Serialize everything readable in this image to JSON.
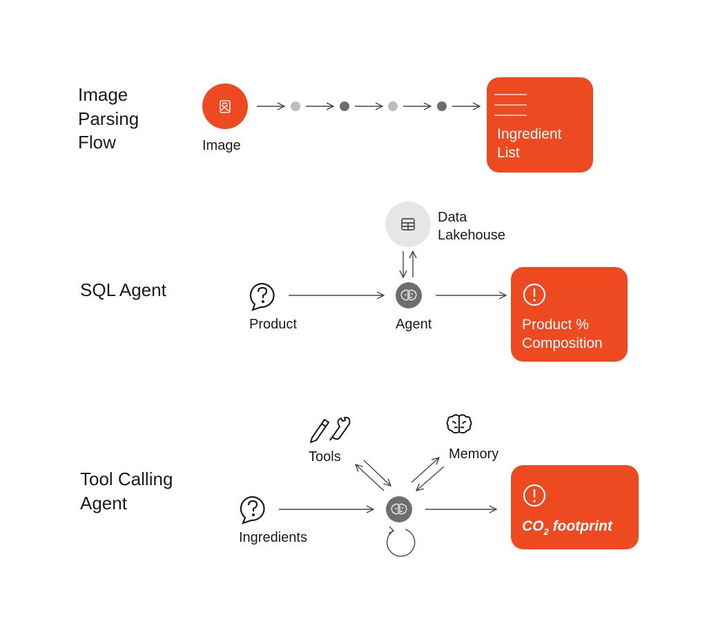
{
  "sections": {
    "image_parsing": {
      "title_lines": [
        "Image",
        "Parsing",
        "Flow"
      ],
      "source_label": "Image",
      "output_lines": [
        "Ingredient",
        "List"
      ]
    },
    "sql_agent": {
      "title": "SQL Agent",
      "source_label": "Product",
      "store_lines": [
        "Data",
        "Lakehouse"
      ],
      "agent_label": "Agent",
      "output_lines": [
        "Product %",
        "Composition"
      ]
    },
    "tool_calling": {
      "title_lines": [
        "Tool Calling",
        "Agent"
      ],
      "source_label": "Ingredients",
      "tools_label": "Tools",
      "memory_label": "Memory",
      "output_main": "CO",
      "output_sub": "2",
      "output_rest": " footprint"
    }
  },
  "icons": {
    "image": "image-icon",
    "table": "table-icon",
    "question": "question-bubble-icon",
    "brain": "brain-icon",
    "alert": "alert-circle-icon",
    "tools": "pencil-wrench-icon",
    "loop": "loop-arrow-icon",
    "list": "list-lines-icon"
  },
  "colors": {
    "accent": "#EE4A22",
    "dot_light": "#BDBDBD",
    "dot_dark": "#6E6E6E",
    "store_bg": "#E6E6E6",
    "agent_bg": "#6E6E6E"
  }
}
